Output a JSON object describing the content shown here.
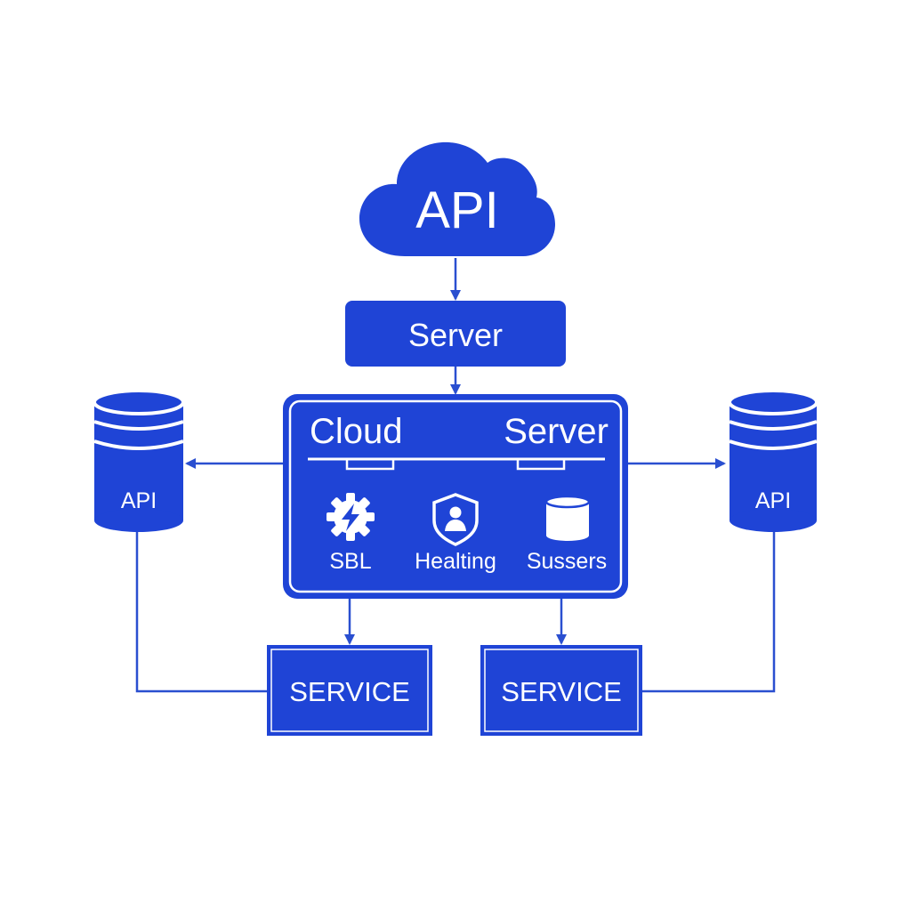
{
  "colors": {
    "primary": "#1f44d6",
    "line": "#2a4fd0",
    "text_on_primary": "#ffffff",
    "background": "#ffffff"
  },
  "cloud": {
    "label": "API",
    "icon": "cloud-icon"
  },
  "server_box": {
    "label": "Server"
  },
  "hub": {
    "title_left": "Cloud",
    "title_right": "Server",
    "items": [
      {
        "label": "SBL",
        "icon": "gear-bolt-icon"
      },
      {
        "label": "Healting",
        "icon": "shield-user-icon"
      },
      {
        "label": "Sussers",
        "icon": "database-icon"
      }
    ]
  },
  "databases": {
    "left": {
      "label": "API",
      "icon": "database-icon"
    },
    "right": {
      "label": "API",
      "icon": "database-icon"
    }
  },
  "services": {
    "left": {
      "label": "SERVICE"
    },
    "right": {
      "label": "SERVICE"
    }
  }
}
